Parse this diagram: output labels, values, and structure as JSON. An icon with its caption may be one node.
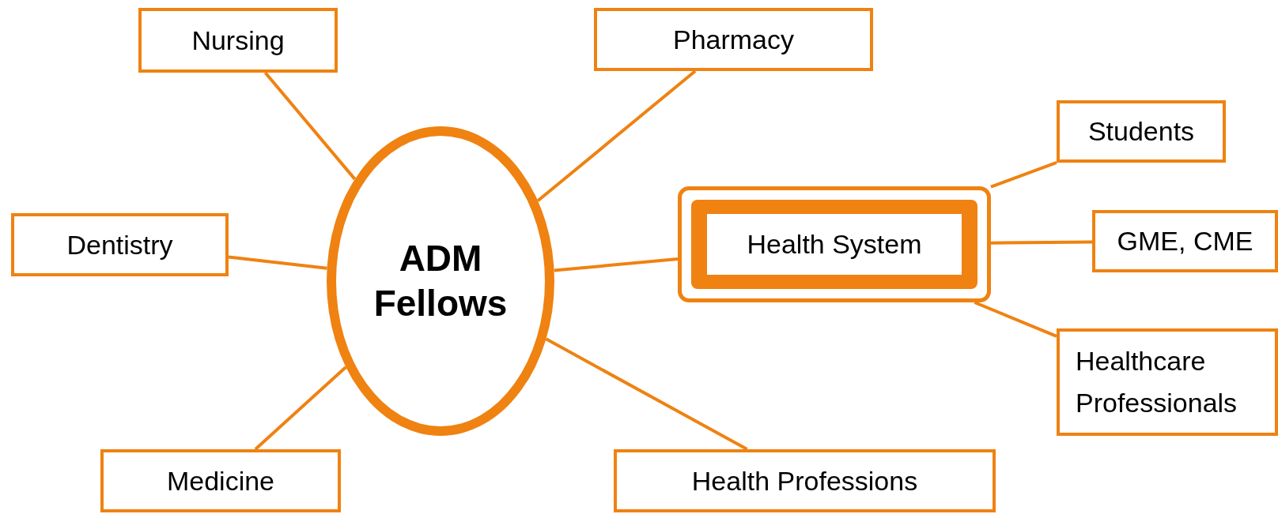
{
  "diagram": {
    "nodes": [
      {
        "text": [
          "ADM Fellows"
        ]
      },
      {
        "text": [
          "Nursing"
        ]
      },
      {
        "text": [
          "Pharmacy"
        ]
      },
      {
        "text": [
          "Dentistry"
        ]
      },
      {
        "text": [
          "Health System"
        ]
      },
      {
        "text": [
          "Students"
        ]
      },
      {
        "text": [
          "GME, CME"
        ]
      },
      {
        "text": [
          "Healthcare Professionals"
        ]
      },
      {
        "text": [
          "Medicine"
        ]
      },
      {
        "text": [
          "Health Professions"
        ]
      }
    ],
    "edges": [
      {
        "from": 0,
        "to": 1,
        "arrow": "none"
      },
      {
        "from": 0,
        "to": 2,
        "arrow": "none"
      },
      {
        "from": 0,
        "to": 3,
        "arrow": "none"
      },
      {
        "from": 0,
        "to": 4,
        "arrow": "none"
      },
      {
        "from": 4,
        "to": 5,
        "arrow": "none"
      },
      {
        "from": 4,
        "to": 6,
        "arrow": "none"
      },
      {
        "from": 4,
        "to": 7,
        "arrow": "none"
      },
      {
        "from": 0,
        "to": 8,
        "arrow": "none"
      },
      {
        "from": 0,
        "to": 9,
        "arrow": "none"
      }
    ]
  }
}
